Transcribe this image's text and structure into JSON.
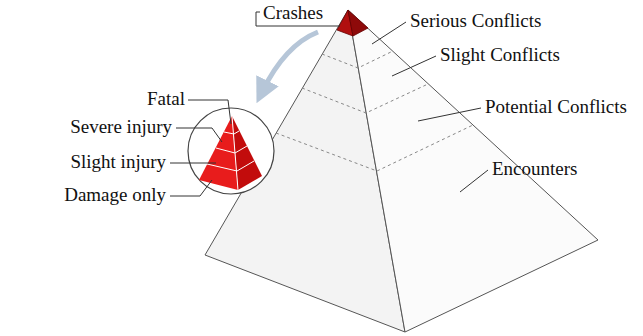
{
  "diagram": {
    "labels": [
      "Crashes",
      "Serious Conflicts",
      "Slight Conflicts",
      "Potential Conflicts",
      "Encounters",
      "Fatal",
      "Severe injury",
      "Slight injury",
      "Damage only"
    ]
  }
}
